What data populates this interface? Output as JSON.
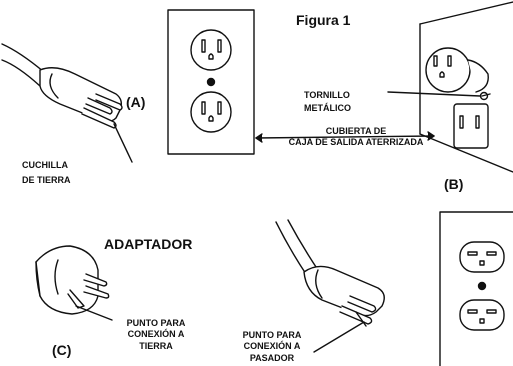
{
  "figure_title": "Figura 1",
  "labels": {
    "a": "(A)",
    "b": "(B)",
    "c": "(C)",
    "ground_blade_1": "CUCHILLA",
    "ground_blade_2": "DE TIERRA",
    "screw_1": "TORNILLO",
    "screw_2": "METÁLICO",
    "cover_1": "CUBIERTA DE",
    "cover_2": "CAJA DE SALIDA ATERRIZADA",
    "adapter": "ADAPTADOR",
    "ground_point_1": "PUNTO PARA",
    "ground_point_2": "CONEXIÓN A",
    "ground_point_3": "TIERRA",
    "pin_point_1": "PUNTO PARA",
    "pin_point_2": "CONEXIÓN A",
    "pin_point_3": "PASADOR"
  },
  "line_color": "#111111"
}
